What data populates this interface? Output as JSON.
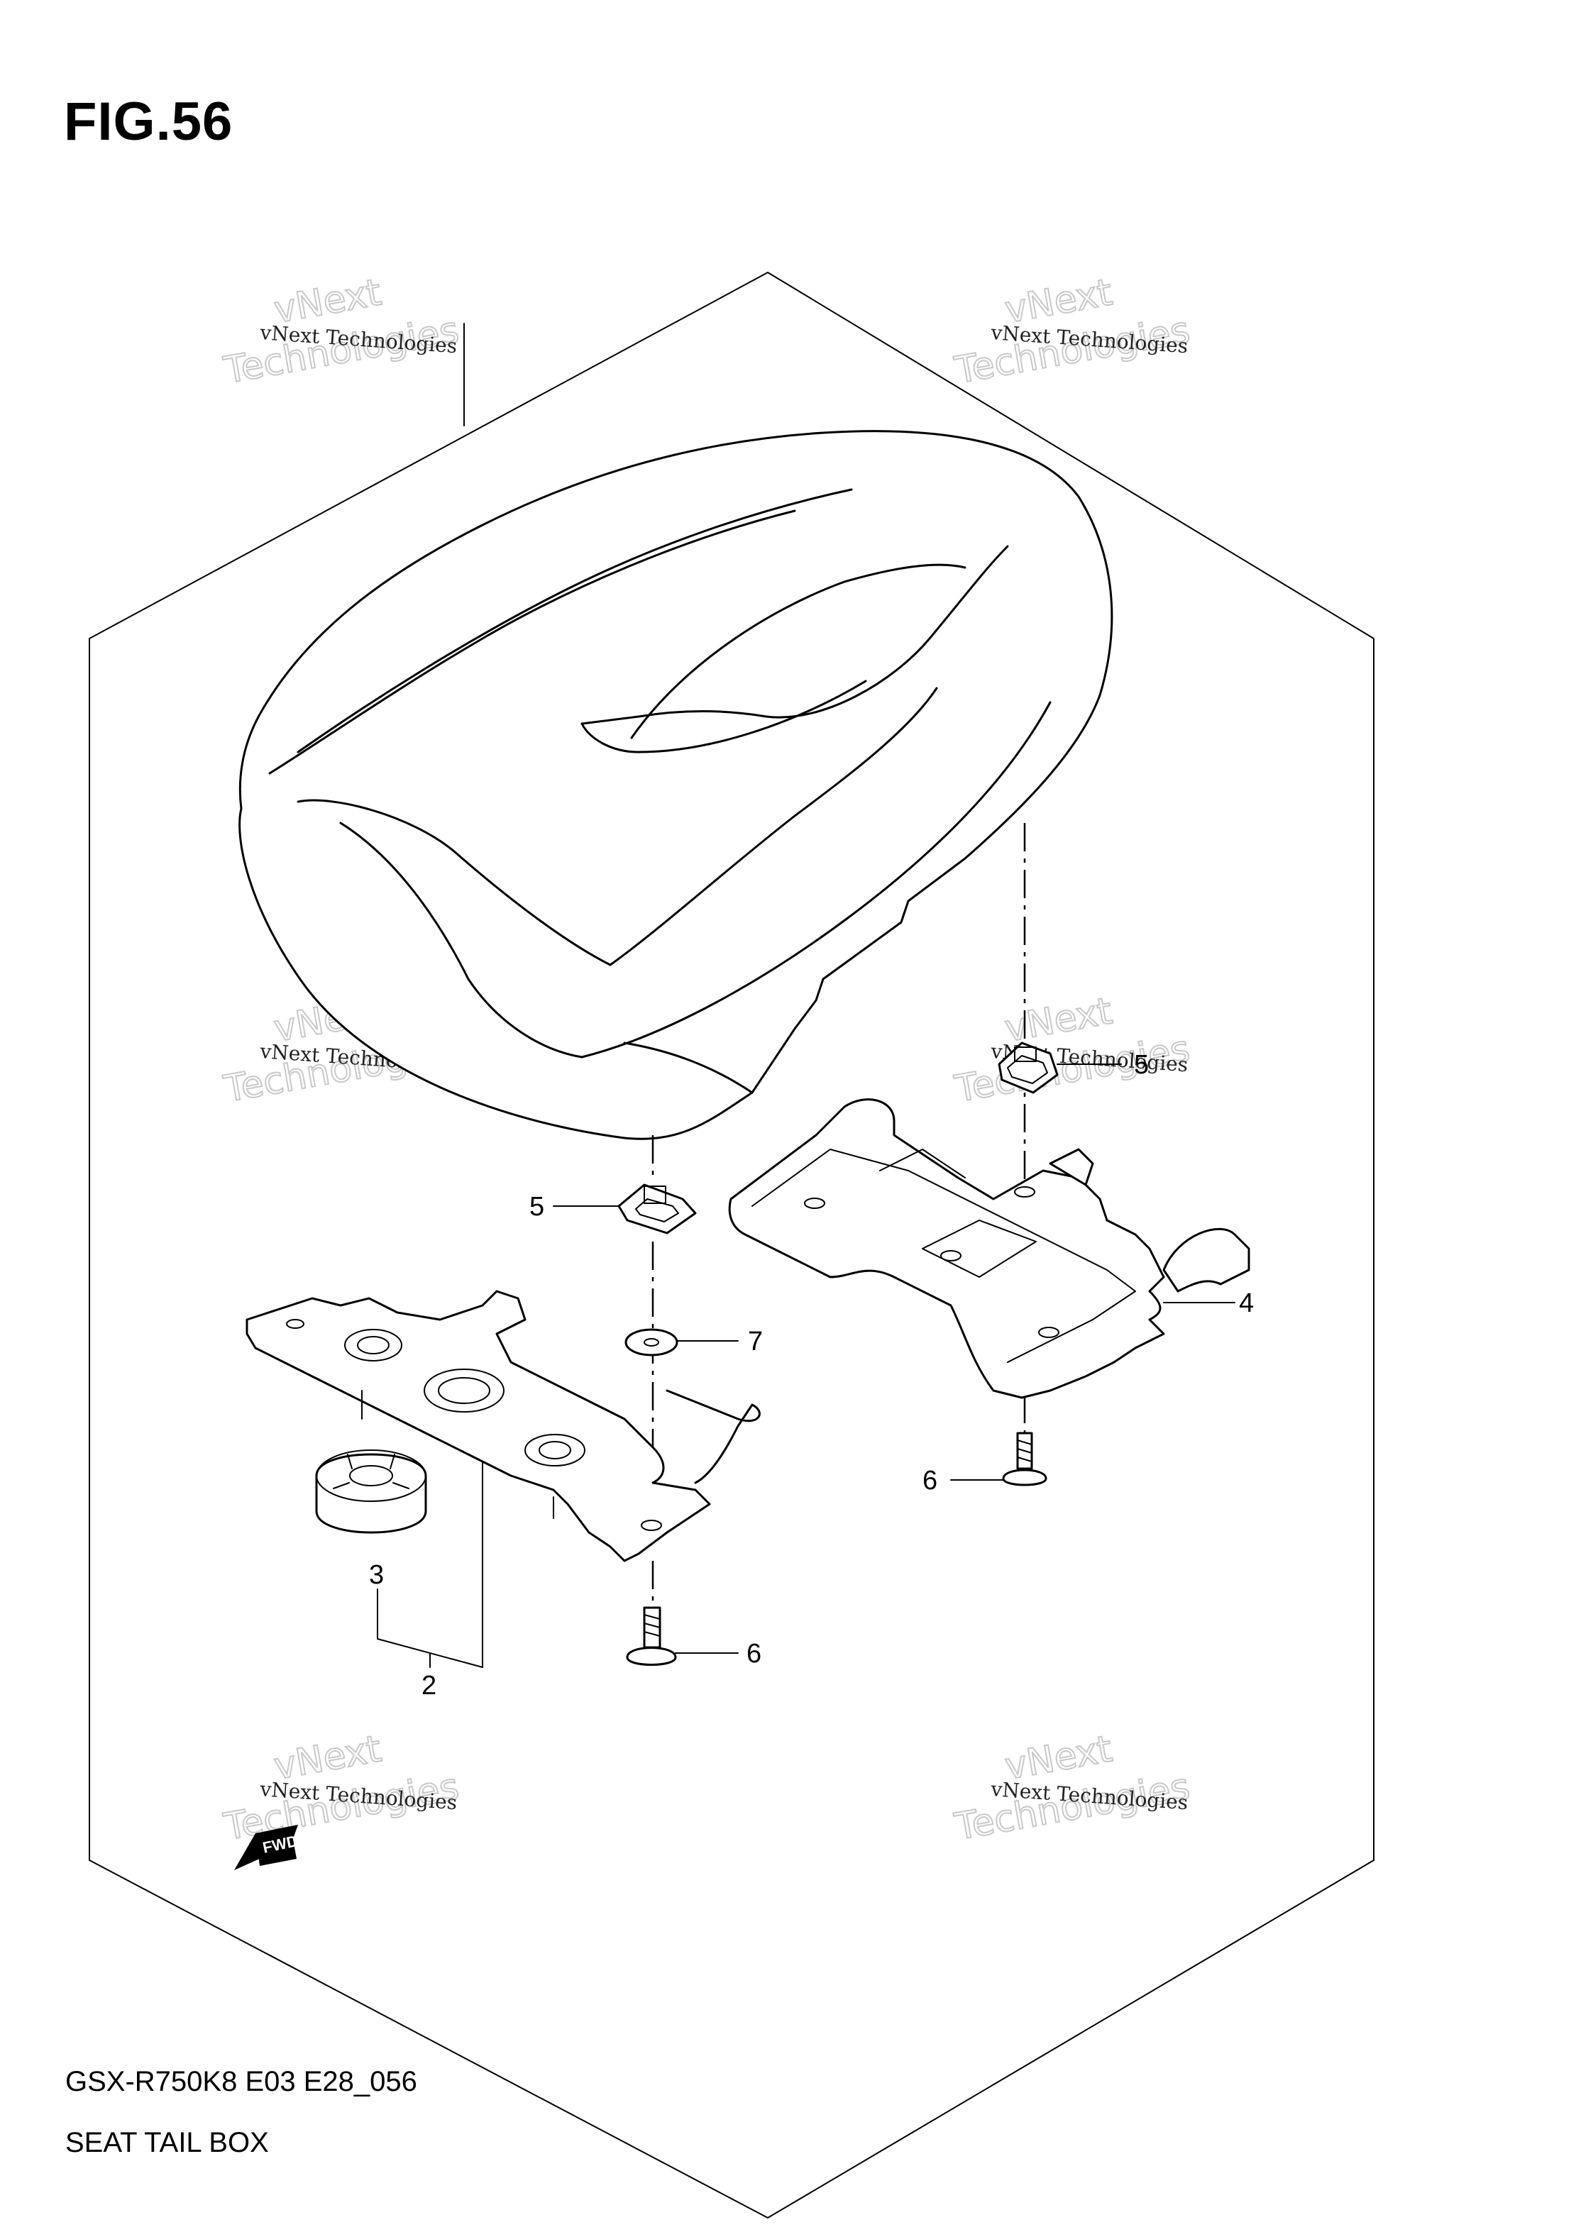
{
  "figure": {
    "title": "FIG.56",
    "code": "GSX-R750K8 E03 E28_056",
    "name": "SEAT TAIL BOX"
  },
  "watermark": {
    "company": "vNext Technologies",
    "word_top": "vNext",
    "word_bottom": "Technologies"
  },
  "callouts": {
    "seat_cover_nut_right": "5",
    "seat_cover_nut_left": "5",
    "washer": "7",
    "bracket_right": "4",
    "screw_right": "6",
    "screw_left": "6",
    "cushion": "3",
    "bracket_left": "2"
  },
  "front_arrow_label": "FWD"
}
